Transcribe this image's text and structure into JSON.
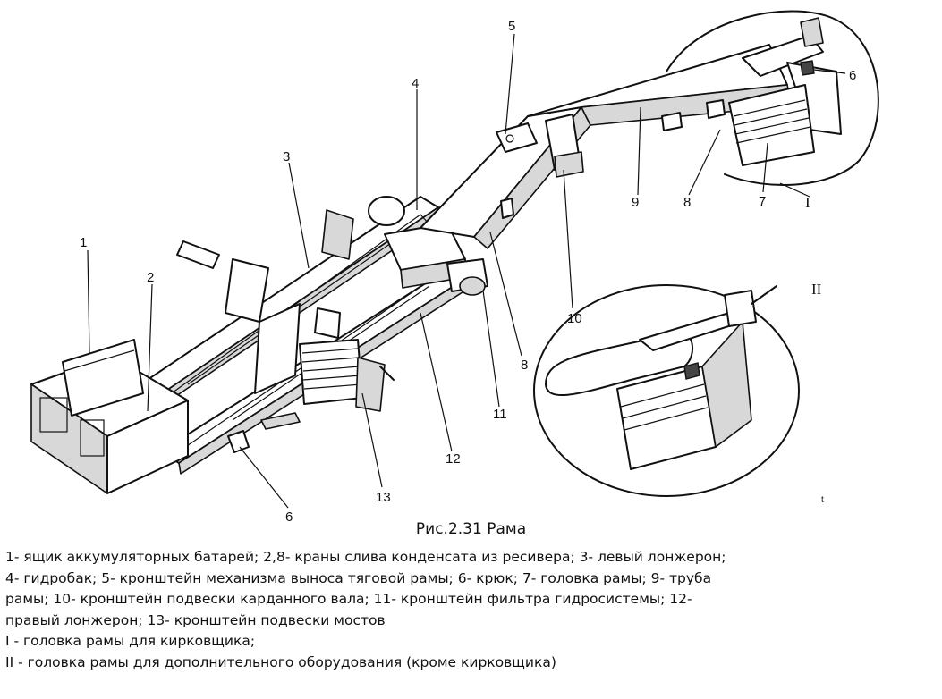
{
  "figure": {
    "callouts": {
      "n1": "1",
      "n2": "2",
      "n3": "3",
      "n4": "4",
      "n5": "5",
      "n6a": "6",
      "n6b": "6",
      "n7": "7",
      "n8a": "8",
      "n8b": "8",
      "n9": "9",
      "n10": "10",
      "n11": "11",
      "n12": "12",
      "n13": "13",
      "roman1": "I",
      "roman2": "II",
      "mark": "t"
    }
  },
  "caption": "Рис.2.31 Рама",
  "legend": {
    "line1": "1- ящик аккумуляторных батарей; 2,8- краны слива конденсата из ресивера; 3- левый лонжерон;",
    "line2": "4- гидробак; 5- кронштейн механизма выноса тяговой рамы; 6- крюк; 7- головка рамы; 9- труба",
    "line3": "рамы; 10- кронштейн подвески карданного вала; 11- кронштейн фильтра гидросистемы; 12-",
    "line4": "правый лонжерон; 13- кронштейн подвески мостов",
    "line5": "I - головка рамы для кирковщика;",
    "line6": "II - головка рамы для дополнительного оборудования (кроме кирковщика)"
  }
}
